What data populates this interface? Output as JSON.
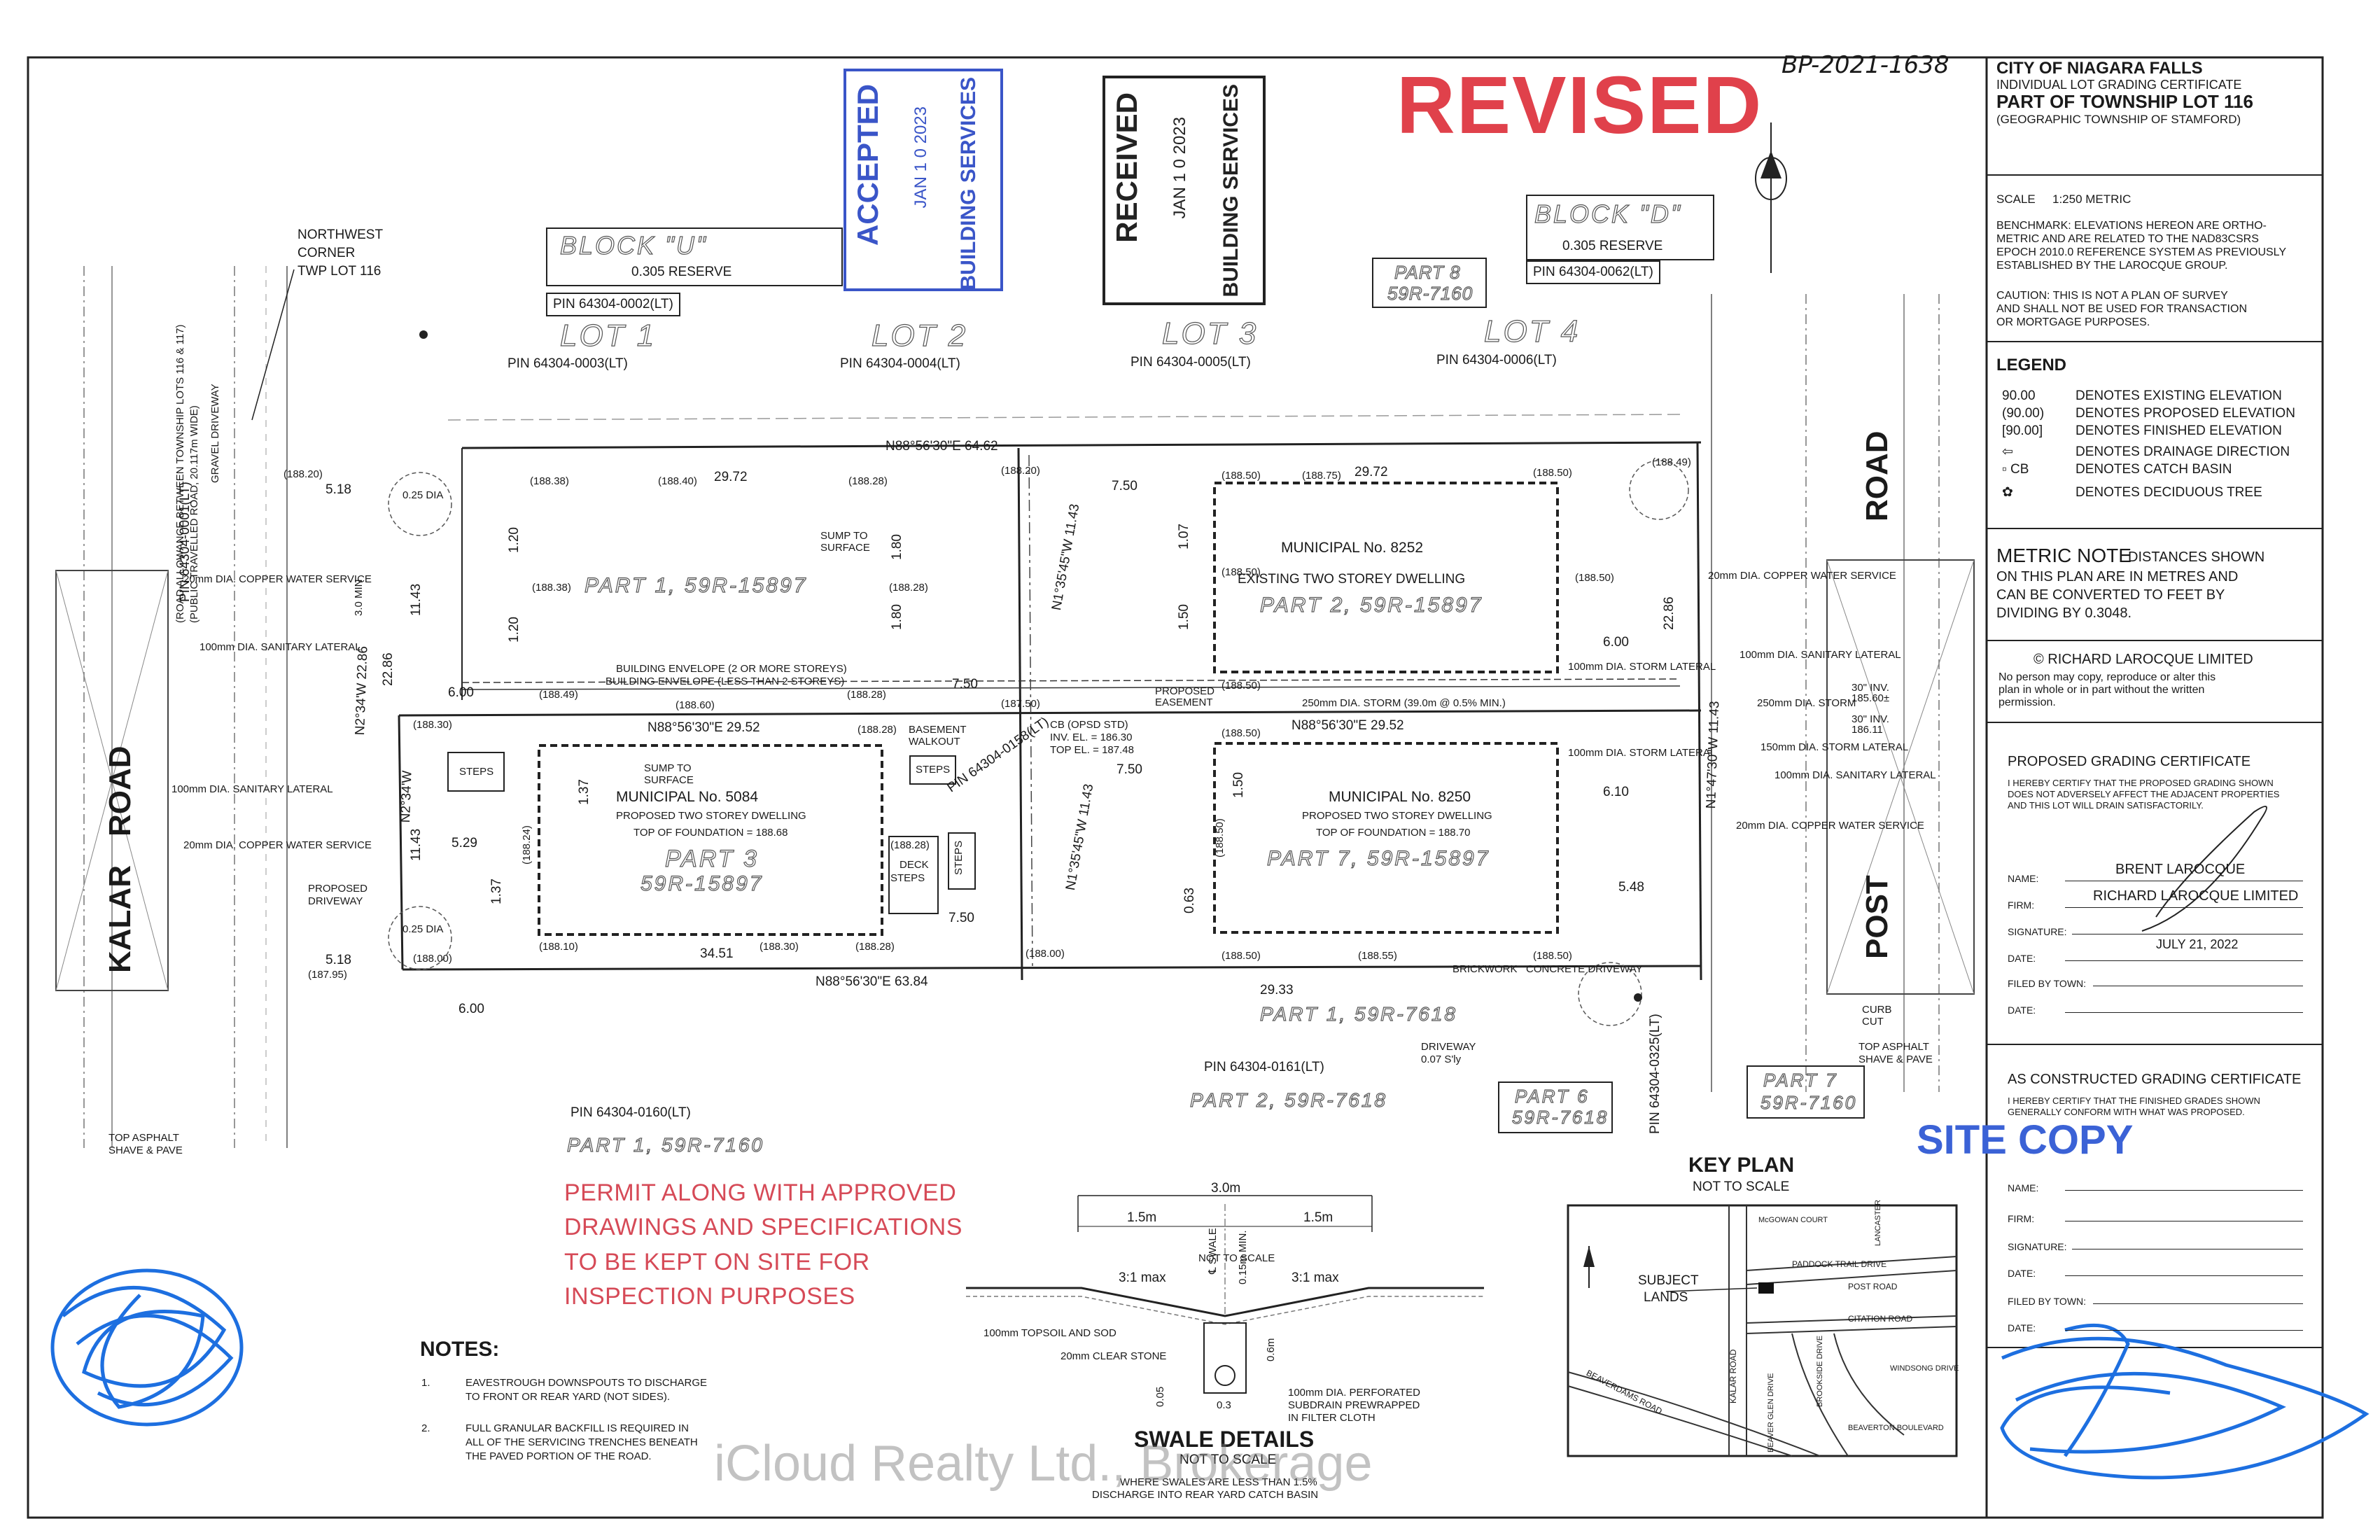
{
  "header": {
    "revised": "REVISED",
    "permit_ref": "BP-2021-1638",
    "accepted_stamp": {
      "line1": "ACCEPTED",
      "date": "JAN 1 0 2023",
      "dept": "BUILDING SERVICES"
    },
    "received_stamp": {
      "line1": "RECEIVED",
      "date": "JAN 1 0 2023",
      "dept": "BUILDING SERVICES"
    }
  },
  "title_block": {
    "city": "CITY OF NIAGARA FALLS",
    "certificate_type": "INDIVIDUAL LOT GRADING CERTIFICATE",
    "lot_title": "PART OF TOWNSHIP LOT 116",
    "township": "(GEOGRAPHIC TOWNSHIP OF STAMFORD)",
    "scale_label": "SCALE",
    "scale_value": "1:250 METRIC",
    "benchmark": [
      "BENCHMARK: ELEVATIONS HEREON ARE ORTHO-",
      "METRIC AND ARE RELATED TO THE NAD83CSRS",
      "EPOCH 2010.0 REFERENCE SYSTEM AS PREVIOUSLY",
      "ESTABLISHED BY THE LAROCQUE GROUP."
    ],
    "caution": [
      "CAUTION: THIS IS NOT A PLAN OF SURVEY",
      "AND SHALL NOT BE USED FOR TRANSACTION",
      "OR MORTGAGE PURPOSES."
    ]
  },
  "legend": {
    "title": "LEGEND",
    "items": [
      {
        "sym": "90.00",
        "text": "DENOTES   EXISTING ELEVATION"
      },
      {
        "sym": "(90.00)",
        "text": "DENOTES   PROPOSED ELEVATION"
      },
      {
        "sym": "[90.00]",
        "text": "DENOTES   FINISHED ELEVATION"
      },
      {
        "sym": "⇦",
        "text": "DENOTES   DRAINAGE DIRECTION"
      },
      {
        "sym": "▫ CB",
        "text": "DENOTES   CATCH BASIN"
      },
      {
        "sym": "✿",
        "text": "DENOTES   DECIDUOUS TREE"
      }
    ]
  },
  "metric_note": {
    "title": "METRIC NOTE",
    "lines": [
      "DISTANCES SHOWN",
      "ON THIS PLAN ARE IN METRES AND",
      "CAN BE CONVERTED TO FEET BY",
      "DIVIDING BY 0.3048."
    ]
  },
  "copyright": {
    "title": "© RICHARD LAROCQUE LIMITED",
    "lines": [
      "No person may copy, reproduce or alter this",
      "plan in whole or in part without the written",
      "permission."
    ]
  },
  "proposed_certificate": {
    "title": "PROPOSED GRADING CERTIFICATE",
    "text": [
      "I HEREBY CERTIFY THAT THE PROPOSED GRADING SHOWN",
      "DOES NOT ADVERSELY AFFECT THE ADJACENT PROPERTIES",
      "AND THIS LOT WILL DRAIN SATISFACTORILY."
    ],
    "fields": [
      {
        "label": "NAME:",
        "value": "BRENT LAROCQUE"
      },
      {
        "label": "FIRM:",
        "value": "RICHARD LAROCQUE LIMITED"
      },
      {
        "label": "SIGNATURE:",
        "value": ""
      },
      {
        "label": "DATE:",
        "value": "JULY 21, 2022"
      },
      {
        "label": "FILED BY TOWN:",
        "value": ""
      },
      {
        "label": "DATE:",
        "value": ""
      }
    ]
  },
  "constructed_certificate": {
    "title": "AS CONSTRUCTED GRADING CERTIFICATE",
    "text": [
      "I HEREBY CERTIFY THAT THE FINISHED GRADES SHOWN",
      "GENERALLY CONFORM WITH WHAT WAS PROPOSED."
    ],
    "site_copy": "SITE COPY",
    "fields": [
      "NAME:",
      "FIRM:",
      "SIGNATURE:",
      "DATE:",
      "FILED BY TOWN:",
      "DATE:"
    ]
  },
  "blocks": {
    "block_u": {
      "name": "BLOCK \"U\"",
      "reserve": "0.305 RESERVE",
      "pin": "PIN 64304-0002(LT)"
    },
    "block_d": {
      "name": "BLOCK \"D\"",
      "reserve": "0.305 RESERVE",
      "pin": "PIN 64304-0062(LT)"
    }
  },
  "corner_label": [
    "NORTHWEST",
    "CORNER",
    "TWP LOT 116"
  ],
  "lots": [
    {
      "name": "LOT 1",
      "pin": "PIN 64304-0003(LT)"
    },
    {
      "name": "LOT 2",
      "pin": "PIN 64304-0004(LT)"
    },
    {
      "name": "LOT 3",
      "pin": "PIN 64304-0005(LT)"
    },
    {
      "name": "LOT 4",
      "pin": "PIN 64304-0006(LT)"
    }
  ],
  "part8": {
    "part": "PART 8",
    "plan": "59R-7160"
  },
  "dwellings": {
    "existing": {
      "municipal": "MUNICIPAL No. 8252",
      "desc": "EXISTING TWO STOREY DWELLING",
      "part": "PART 2, 59R-15897"
    },
    "d5084": {
      "municipal": "MUNICIPAL No. 5084",
      "desc": "PROPOSED TWO STOREY DWELLING",
      "tof": "TOP OF FOUNDATION = 188.68",
      "part": "PART 3",
      "plan": "59R-15897"
    },
    "d8250": {
      "municipal": "MUNICIPAL No. 8250",
      "desc": "PROPOSED TWO STOREY DWELLING",
      "tof": "TOP OF FOUNDATION = 188.70",
      "part": "PART 7, 59R-15897"
    }
  },
  "part1_label": "PART 1, 59R-15897",
  "envelope": {
    "line1": "BUILDING ENVELOPE (2 OR MORE STOREYS)",
    "line2": "BUILDING ENVELOPE (LESS THAN 2 STOREYS)"
  },
  "bearings": {
    "north1": "N88°56'30\"E 64.62",
    "mid_left": "N88°56'30\"E 29.52",
    "mid_right": "N88°56'30\"E 29.52",
    "south": "N88°56'30\"E 63.84",
    "swale_top": "N1°35'45\"W 11.43",
    "swale_bottom": "N1°35'45\"W 11.43",
    "west1": "N2°34'W 22.86",
    "west2": "N2°34'W",
    "east": "N1°47'30\"W 11.43"
  },
  "dims": {
    "d2972a": "29.72",
    "d2972b": "29.72",
    "d750a": "7.50",
    "d750b": "7.50",
    "d750c": "7.50",
    "d750d": "7.50",
    "d600a": "6.00",
    "d600b": "6.00",
    "d600c": "6.00",
    "d518a": "5.18",
    "d518b": "5.18",
    "d529": "5.29",
    "d3451": "34.51",
    "d2933": "29.33",
    "d1143a": "11.43",
    "d1143b": "11.43",
    "d2286a": "22.86",
    "d2286b": "22.86",
    "d137a": "1.37",
    "d137b": "1.37",
    "d120a": "1.20",
    "d120b": "1.20",
    "d180a": "1.80",
    "d180b": "1.80",
    "d107": "1.07",
    "d150a": "1.50",
    "d150b": "1.50",
    "d063": "0.63",
    "d610": "6.10",
    "d548": "5.48",
    "d30min": "3.0 MIN"
  },
  "utilities": {
    "copper1": "20mm DIA. COPPER WATER SERVICE",
    "copper2": "20mm DIA. COPPER WATER SERVICE",
    "copper3": "20mm DIA. COPPER WATER SERVICE",
    "copper4": "20mm DIA. COPPER WATER SERVICE",
    "san1": "100mm DIA. SANITARY LATERAL",
    "san2": "100mm DIA. SANITARY LATERAL",
    "san3": "100mm DIA. SANITARY LATERAL",
    "san4": "100mm DIA. SANITARY LATERAL",
    "storm1": "250mm DIA. STORM (39.0m @ 0.5% MIN.)",
    "storm2": "100mm DIA. STORM LATERAL",
    "storm3": "100mm DIA. STORM LATERAL",
    "storm4": "150mm DIA. STORM LATERAL",
    "storm5": "250mm DIA. STORM",
    "cb": [
      "CB (OPSD STD)",
      "INV. EL. = 186.30",
      "TOP EL. = 187.48"
    ],
    "prop_easement": [
      "PROPOSED",
      "EASEMENT"
    ],
    "pin_0158": "PIN 64304-0158(LT)",
    "inv": [
      "30\" INV.",
      "185.60±",
      "30\" INV.",
      "186.11"
    ]
  },
  "roads": {
    "kalar": "KALAR",
    "kalar_road": "ROAD",
    "allowance": "(ROAD ALLOWANCE BETWEEN TOWNSHIP LOTS 116 & 117)",
    "public": "(PUBLIC TRAVELLED ROAD, 20.117m WIDE)",
    "post": "POST",
    "post_road": "ROAD",
    "pin_0001": "PIN 64304-0001(LT)",
    "pin_0325": "PIN 64304-0325(LT)",
    "pin_0160": "PIN 64304-0160(LT)",
    "pin_0161": "PIN 64304-0161(LT)",
    "part1_7160": "PART 1, 59R-7160",
    "part2_7618": "PART 2, 59R-7618",
    "part1_7618": "PART 1, 59R-7618",
    "part6": [
      "PART 6",
      "59R-7618"
    ],
    "part7": [
      "PART 7",
      "59R-7160"
    ],
    "driveway": [
      "DRIVEWAY",
      "0.07 S'ly"
    ],
    "asphalt": [
      "TOP ASPHALT",
      "SHAVE & PAVE"
    ],
    "asphalt2": [
      "TOP ASPHALT",
      "SHAVE & PAVE"
    ],
    "curb_cut": [
      "CURB",
      "CUT"
    ],
    "brickwork": "BRICKWORK",
    "concrete_dw": "CONCRETE DRIVEWAY",
    "prop_driveway": [
      "PROPOSED",
      "DRIVEWAY"
    ],
    "steps": [
      "STEPS",
      "STEPS",
      "STEPS",
      "STEPS"
    ],
    "deck": [
      "(188.28)",
      "DECK"
    ],
    "basement": [
      "BASEMENT",
      "WALKOUT"
    ],
    "sump1": [
      "SUMP TO",
      "SURFACE"
    ],
    "sump2": [
      "SUMP TO",
      "SURFACE"
    ],
    "gravel": "GRAVEL DRIVEWAY",
    "dia025a": "0.25 DIA",
    "dia025b": "0.25 DIA"
  },
  "elevations": [
    "(188.20)",
    "(188.38)",
    "(188.40)",
    "(188.28)",
    "(188.20)",
    "(188.50)",
    "(188.75)",
    "(188.50)",
    "(188.49)",
    "(188.38)",
    "(188.28)",
    "(188.50)",
    "(188.50)",
    "(188.49)",
    "(188.60)",
    "(188.28)",
    "(187.50)",
    "(188.50)",
    "(188.30)",
    "(188.24)",
    "(188.28)",
    "(188.50)",
    "(188.10)",
    "(188.30)",
    "(188.28)",
    "(188.00)",
    "(188.50)",
    "(188.55)",
    "(188.50)",
    "(188.00)",
    "(187.95)",
    "(188.50)"
  ],
  "red_note": [
    "PERMIT ALONG WITH APPROVED",
    "DRAWINGS AND SPECIFICATIONS",
    "TO BE KEPT ON SITE FOR",
    "INSPECTION PURPOSES"
  ],
  "notes": {
    "title": "NOTES:",
    "items": [
      {
        "num": "1.",
        "lines": [
          "EAVESTROUGH DOWNSPOUTS TO DISCHARGE",
          "TO FRONT OR REAR YARD (NOT SIDES)."
        ]
      },
      {
        "num": "2.",
        "lines": [
          "FULL GRANULAR BACKFILL IS REQUIRED IN",
          "ALL OF THE SERVICING TRENCHES BENEATH",
          "THE PAVED PORTION OF THE ROAD."
        ]
      }
    ]
  },
  "swale": {
    "title": "SWALE DETAILS",
    "subtitle": "NOT TO SCALE",
    "top_subtitle": "NOT TO SCALE",
    "width": "3.0m",
    "half_l": "1.5m",
    "half_r": "1.5m",
    "slope_l": "3:1 max",
    "slope_r": "3:1 max",
    "cl": "℄ SWALE",
    "depth": "0.15m MIN.",
    "topsoil": "100mm TOPSOIL AND SOD",
    "stone": "20mm CLEAR STONE",
    "pipe": [
      "100mm DIA. PERFORATED",
      "SUBDRAIN PREWRAPPED",
      "IN FILTER CLOTH"
    ],
    "d005": "0.05",
    "d03": "0.3",
    "d06": "0.6m",
    "note": [
      "WHERE SWALES ARE LESS THAN 1.5%",
      "DISCHARGE INTO REAR YARD CATCH BASIN"
    ]
  },
  "key_plan": {
    "title": "KEY PLAN",
    "subtitle": "NOT TO SCALE",
    "subject": [
      "SUBJECT",
      "LANDS"
    ],
    "streets": [
      "McGOWAN COURT",
      "PADDOCK TRAIL DRIVE",
      "POST ROAD",
      "CITATION ROAD",
      "KALAR ROAD",
      "BROOKSIDE DRIVE",
      "WINDSONG DRIVE",
      "BEAVER GLEN DRIVE",
      "BEAVERTON BOULEVARD",
      "BEAVERDAMS ROAD",
      "LANCASTER"
    ]
  },
  "watermark": "iCloud Realty Ltd., Brokerage",
  "colors": {
    "stamp_blue": "#3a55c8",
    "revised_red": "#e0414b",
    "note_red": "#d64a57",
    "site_copy_blue": "#3b62d6",
    "scribble_blue": "#1d6fe0"
  }
}
